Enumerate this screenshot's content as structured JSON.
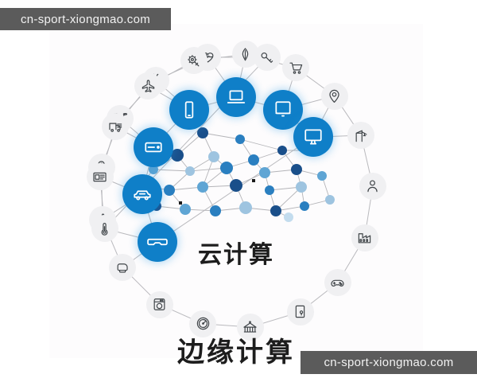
{
  "page": {
    "background": "#ffffff",
    "canvas_background": "#fdfcfd",
    "accent_blue": "#0f7fc8",
    "outer_node_fill": "#f0f0f2",
    "icon_stroke_dark": "#3f4448",
    "link_color": "#b9b9bd"
  },
  "watermarks": {
    "top": "cn-sport-xiongmao.com",
    "bottom": "cn-sport-xiongmao.com",
    "background": "#5b5b5b",
    "text_color": "#f2f2f2"
  },
  "captions": {
    "cloud": "云计算",
    "edge": "边缘计算"
  },
  "diagram": {
    "title_center": "云计算",
    "title_outer": "边缘计算",
    "inner_ring": [
      {
        "icon": "tablet-icon",
        "label": "Tablet",
        "angle": 300,
        "fill": "#0f7fc8"
      },
      {
        "icon": "laptop-icon",
        "label": "Laptop",
        "angle": 270,
        "fill": "#0f7fc8"
      },
      {
        "icon": "phone-icon",
        "label": "Smartphone",
        "angle": 240,
        "fill": "#0f7fc8"
      },
      {
        "icon": "server-icon",
        "label": "Server",
        "angle": 208,
        "fill": "#0f7fc8"
      },
      {
        "icon": "car-icon",
        "label": "Connected Car",
        "angle": 178,
        "fill": "#0f7fc8"
      },
      {
        "icon": "vr-goggles-icon",
        "label": "VR Headset",
        "angle": 147,
        "fill": "#0f7fc8"
      },
      {
        "icon": "desktop-icon",
        "label": "Desktop PC",
        "angle": 325,
        "fill": "#0f7fc8"
      }
    ],
    "outer_ring": [
      {
        "icon": "key-icon",
        "label": "Security Key",
        "angle": 283
      },
      {
        "icon": "heart-pulse-icon",
        "label": "Healthcare",
        "angle": 258
      },
      {
        "icon": "utensils-icon",
        "label": "Restaurant",
        "angle": 234
      },
      {
        "icon": "drone-icon",
        "label": "Drone",
        "angle": 212
      },
      {
        "icon": "traffic-light-icon",
        "label": "Traffic Light",
        "angle": 190
      },
      {
        "icon": "robot-icon",
        "label": "Robot",
        "angle": 168
      },
      {
        "icon": "boxing-glove-icon",
        "label": "Sports",
        "angle": 146
      },
      {
        "icon": "washing-machine-icon",
        "label": "Home Appliance",
        "angle": 124
      },
      {
        "icon": "gauge-icon",
        "label": "Metering",
        "angle": 104
      },
      {
        "icon": "bank-icon",
        "label": "Bank",
        "angle": 84
      },
      {
        "icon": "lock-door-icon",
        "label": "Smart Lock",
        "angle": 62
      },
      {
        "icon": "gamepad-icon",
        "label": "Gaming",
        "angle": 42
      },
      {
        "icon": "factory-icon",
        "label": "Factory",
        "angle": 20
      },
      {
        "icon": "person-icon",
        "label": "User",
        "angle": 358
      },
      {
        "icon": "crane-icon",
        "label": "Construction",
        "angle": 336
      },
      {
        "icon": "map-pin-icon",
        "label": "Location",
        "angle": 316
      },
      {
        "icon": "cart-icon",
        "label": "Retail",
        "angle": 296
      },
      {
        "icon": "torch-icon",
        "label": "Energy",
        "angle": 274
      },
      {
        "icon": "gear-wrench-icon",
        "label": "Maintenance",
        "angle": 252
      },
      {
        "icon": "airplane-icon",
        "label": "Aviation",
        "angle": 230
      },
      {
        "icon": "truck-icon",
        "label": "Logistics",
        "angle": 208
      },
      {
        "icon": "news-icon",
        "label": "Media",
        "angle": 186
      },
      {
        "icon": "thermometer-icon",
        "label": "Temperature",
        "angle": 164
      }
    ],
    "mesh": {
      "description": "central cloud-shaped network mesh of interconnected blue nodes",
      "node_colors": [
        "#1a4f8a",
        "#2a7fc0",
        "#9ec4e0",
        "#5fa5d4",
        "#c3dcee"
      ],
      "node_count": 28
    }
  }
}
